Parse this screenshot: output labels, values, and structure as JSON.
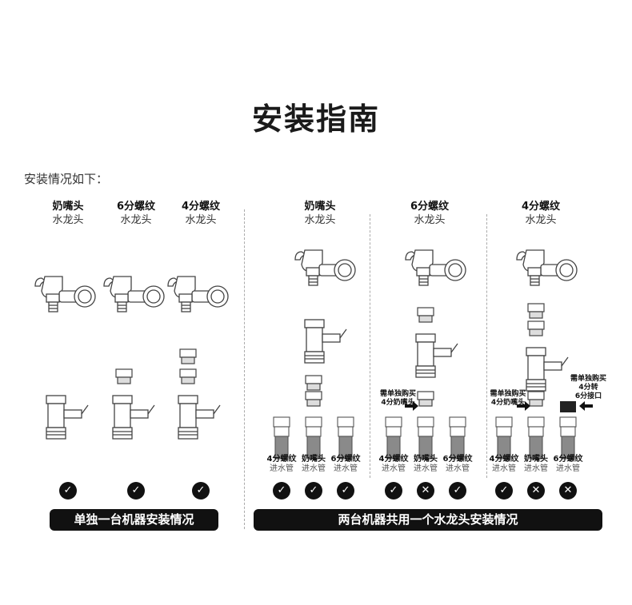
{
  "title": "安装指南",
  "intro": "安装情况如下：",
  "headers": [
    {
      "line1": "奶嘴头",
      "line2": "水龙头"
    },
    {
      "line1": "6分螺纹",
      "line2": "水龙头"
    },
    {
      "line1": "4分螺纹",
      "line2": "水龙头"
    },
    {
      "line1": "奶嘴头",
      "line2": "水龙头"
    },
    {
      "line1": "6分螺纹",
      "line2": "水龙头"
    },
    {
      "line1": "4分螺纹",
      "line2": "水龙头"
    }
  ],
  "pipe_labels": [
    {
      "line1": "4分螺纹",
      "line2": "进水管"
    },
    {
      "line1": "奶嘴头",
      "line2": "进水管"
    },
    {
      "line1": "6分螺纹",
      "line2": "进水管"
    },
    {
      "line1": "4分螺纹",
      "line2": "进水管"
    },
    {
      "line1": "奶嘴头",
      "line2": "进水管"
    },
    {
      "line1": "6分螺纹",
      "line2": "进水管"
    },
    {
      "line1": "4分螺纹",
      "line2": "进水管"
    },
    {
      "line1": "奶嘴头",
      "line2": "进水管"
    },
    {
      "line1": "6分螺纹",
      "line2": "进水管"
    }
  ],
  "notes": {
    "buy_nipple_1": "需单独购买",
    "buy_nipple_2": "4分奶嘴头",
    "buy_nipple_b1": "需单独购买",
    "buy_nipple_b2": "4分奶嘴头",
    "buy_adapter_1": "需单独购买",
    "buy_adapter_2": "4分转",
    "buy_adapter_3": "6分接口"
  },
  "status": [
    "ok",
    "ok",
    "ok",
    "ok",
    "ok",
    "ok",
    "ok",
    "no",
    "ok",
    "ok",
    "no",
    "no"
  ],
  "icons": {
    "ok": "✓",
    "no": "✕"
  },
  "bars": {
    "single": "单独一台机器安装情况",
    "shared": "两台机器共用一个水龙头安装情况"
  }
}
